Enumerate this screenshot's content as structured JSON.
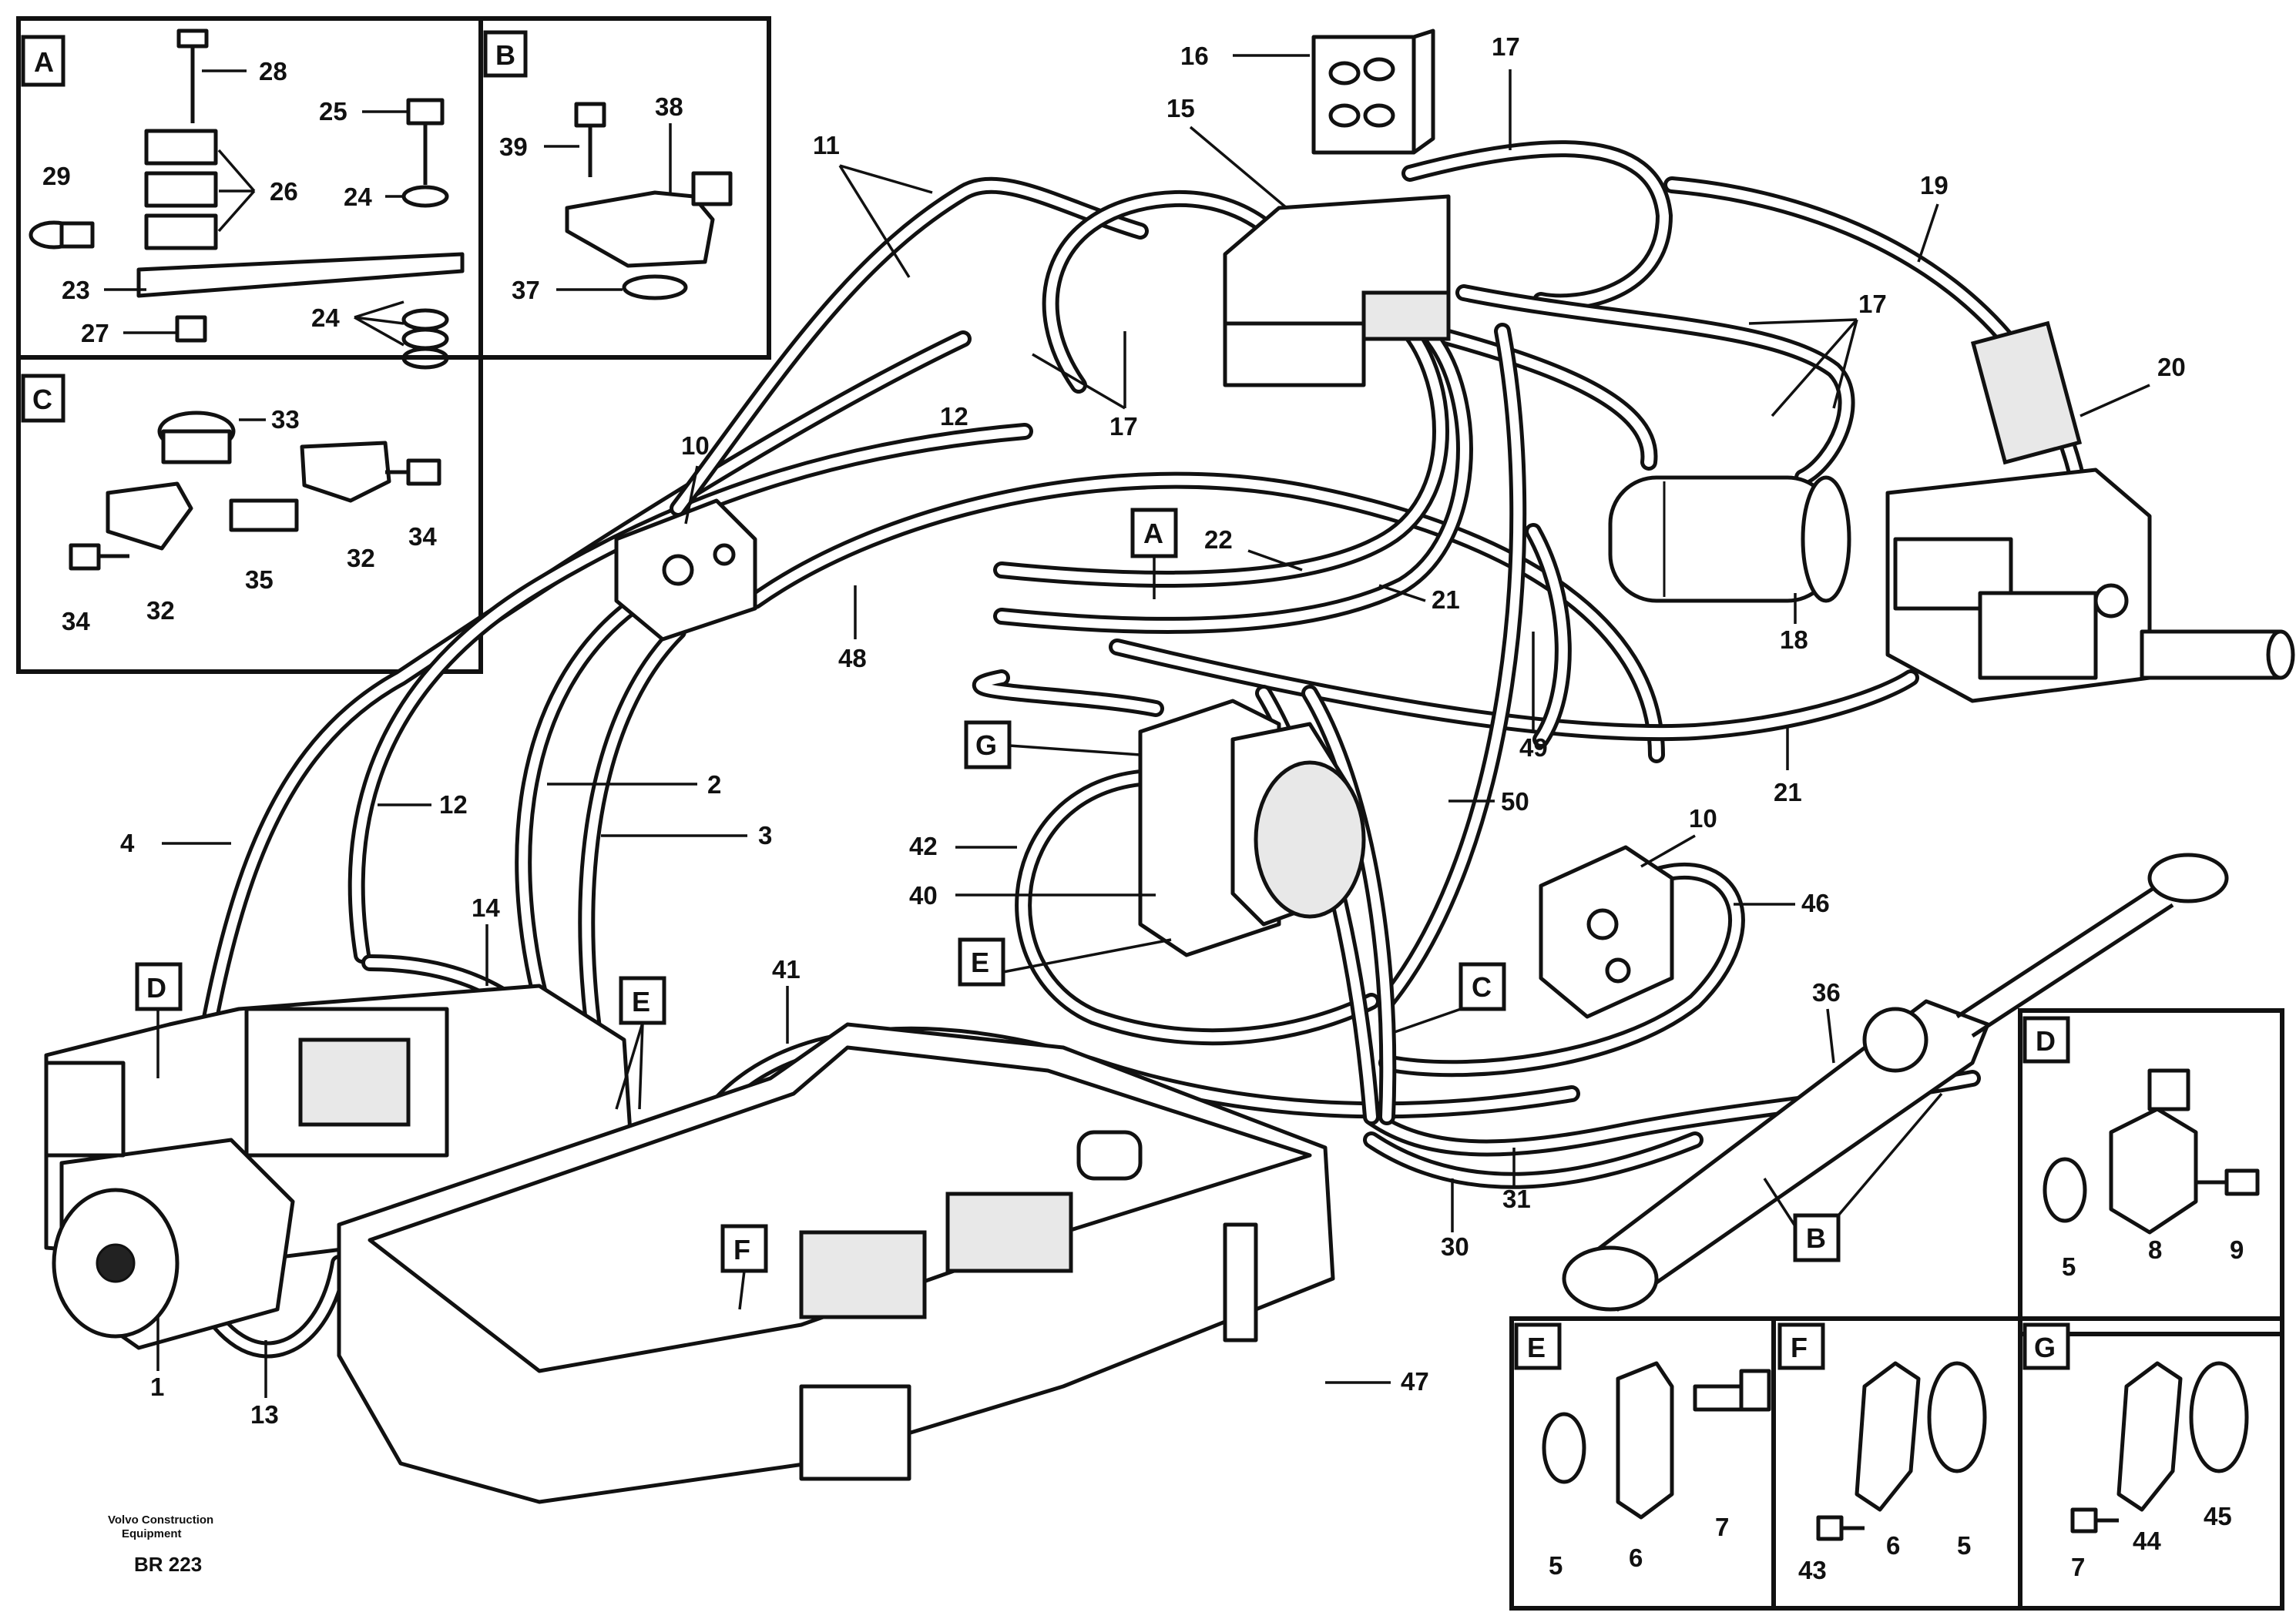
{
  "footer": {
    "brand_line1": "Volvo Construction",
    "brand_line2": "Equipment",
    "ref_code": "BR 223"
  },
  "detail_boxes": {
    "A": "A",
    "B": "B",
    "C": "C",
    "D": "D",
    "E": "E",
    "F": "F",
    "G": "G"
  },
  "callout_letters": {
    "A": "A",
    "B": "B",
    "C": "C",
    "D": "D",
    "E": "E",
    "F": "F",
    "G": "G"
  },
  "part_numbers": {
    "n1": "1",
    "n2": "2",
    "n3": "3",
    "n4": "4",
    "n5": "5",
    "n6": "6",
    "n7": "7",
    "n8": "8",
    "n9": "9",
    "n10": "10",
    "n11": "11",
    "n12": "12",
    "n13": "13",
    "n14": "14",
    "n15": "15",
    "n16": "16",
    "n17": "17",
    "n18": "18",
    "n19": "19",
    "n20": "20",
    "n21": "21",
    "n22": "22",
    "n23": "23",
    "n24": "24",
    "n25": "25",
    "n26": "26",
    "n27": "27",
    "n28": "28",
    "n29": "29",
    "n30": "30",
    "n31": "31",
    "n32": "32",
    "n33": "33",
    "n34": "34",
    "n35": "35",
    "n36": "36",
    "n37": "37",
    "n38": "38",
    "n39": "39",
    "n40": "40",
    "n41": "41",
    "n42": "42",
    "n43": "43",
    "n44": "44",
    "n45": "45",
    "n46": "46",
    "n47": "47",
    "n48": "48",
    "n49": "49",
    "n50": "50"
  }
}
